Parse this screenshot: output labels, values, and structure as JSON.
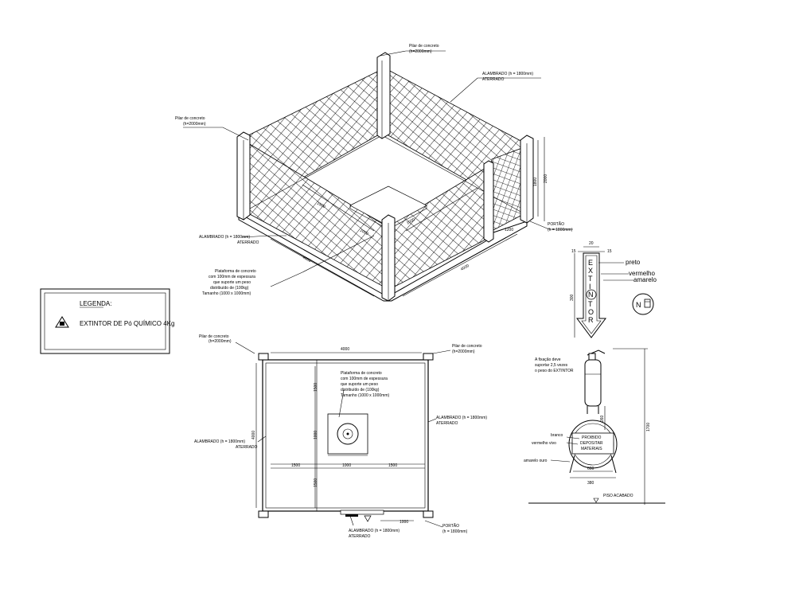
{
  "iso": {
    "pilar_top": [
      "Pilar de concreto",
      "(h=2000mm)"
    ],
    "pilar_left": [
      "Pilar de concreto",
      "(h=2000mm)"
    ],
    "alambrado_right": [
      "ALAMBRADO (h = 1800mm)",
      "ATERRADO"
    ],
    "alambrado_left": [
      "ALAMBRADO (h = 1800mm)",
      "ATERRADO"
    ],
    "portao": [
      "PORTÃO",
      "(h = 1800mm)"
    ],
    "plataforma": [
      "Plataforma de concreto",
      "com 100mm de espessura",
      "que suporte um peso",
      "distribuído de (100kg)",
      "Tamanho (1000 x 1000mm)"
    ],
    "dim_1800": "1800",
    "dim_2000": "2000",
    "dim_4000a": "4000",
    "dim_4000b": "4000",
    "dim_1200": "1200",
    "dim_1000a": "1000",
    "dim_1000b": "1000",
    "dim_1500": "1500"
  },
  "legend": {
    "title": "LEGENDA:",
    "item": "EXTINTOR DE Pó QUÍMICO 4Kg"
  },
  "plan": {
    "pilar_left": [
      "Pilar de concreto",
      "(h=2000mm)"
    ],
    "pilar_right": [
      "Pilar de concreto",
      "(h=2000mm)"
    ],
    "alambrado_right": [
      "ALAMBRADO (h = 1800mm)",
      "ATERRADO"
    ],
    "alambrado_left": [
      "ALAMBRADO (h = 1800mm)",
      "ATERRADO"
    ],
    "alambrado_bottom": [
      "ALAMBRADO (h = 1800mm)",
      "ATERRADO"
    ],
    "portao": [
      "PORTÃO",
      "(h = 1800mm)"
    ],
    "plataforma": [
      "Plataforma de concreto",
      "com 100mm de espessura",
      "que suporte um peso",
      "distribuído de (100kg)",
      "Tamanho (1000 x 1000mm)"
    ],
    "dim_top": "4000",
    "dim_left": "4000",
    "dim_1500a": "1500",
    "dim_1000h": "1000",
    "dim_1500b": "1500",
    "dim_1500v1": "1500",
    "dim_1000v": "1000",
    "dim_1500v2": "1500",
    "dim_1000gate": "1000"
  },
  "sign": {
    "letters": [
      "E",
      "X",
      "T",
      "I",
      "N",
      "T",
      "O",
      "R"
    ],
    "dim_top": "20",
    "dim_left": "15",
    "dim_right": "15",
    "dim_height": "300",
    "preto": "preto",
    "vermelho": "vermelho",
    "amarelo": "amarelo",
    "no_entry": "N"
  },
  "support": {
    "note": [
      "A fixação deve",
      "suportar 2,5 vezes",
      "o peso do EXTINTOR"
    ],
    "branco": "branco",
    "vermelho_vivo": "vermelho vivo",
    "amarelo_ouro": "amarelo ouro",
    "panel": [
      "PROIBIDO",
      "DEPOSITAR",
      "MATERIAIS"
    ],
    "dim_600": "600",
    "dim_380": "380",
    "dim_260": "260",
    "dim_1700": "1700",
    "piso": "PISO ACABADO"
  }
}
